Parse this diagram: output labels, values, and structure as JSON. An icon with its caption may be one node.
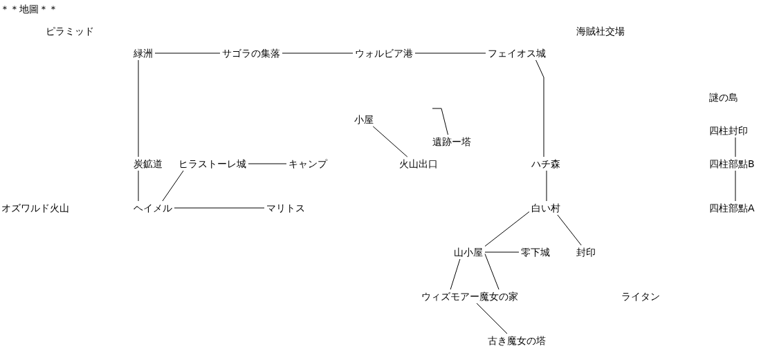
{
  "diagram": {
    "title": "＊＊地圖＊＊",
    "nodes": [
      {
        "text": [
          "ピラミッド"
        ]
      },
      {
        "text": [
          "海賊社交場"
        ]
      },
      {
        "text": [
          "緑洲"
        ]
      },
      {
        "text": [
          "サゴラの集落"
        ]
      },
      {
        "text": [
          "ウォルビア港"
        ]
      },
      {
        "text": [
          "フェイオス城"
        ]
      },
      {
        "text": [
          "謎の島"
        ]
      },
      {
        "text": [
          "小屋"
        ]
      },
      {
        "text": [
          "四柱封印"
        ]
      },
      {
        "text": [
          "遺跡ー塔"
        ]
      },
      {
        "text": [
          "炭鉱道"
        ]
      },
      {
        "text": [
          "ヒラストーレ城"
        ]
      },
      {
        "text": [
          "キャンプ"
        ]
      },
      {
        "text": [
          "火山出口"
        ]
      },
      {
        "text": [
          "ハチ森"
        ]
      },
      {
        "text": [
          "四柱部點B"
        ]
      },
      {
        "text": [
          "オズワルド火山"
        ]
      },
      {
        "text": [
          "ヘイメル"
        ]
      },
      {
        "text": [
          "マリトス"
        ]
      },
      {
        "text": [
          "白い村"
        ]
      },
      {
        "text": [
          "四柱部點A"
        ]
      },
      {
        "text": [
          "山小屋"
        ]
      },
      {
        "text": [
          "零下城"
        ]
      },
      {
        "text": [
          "封印"
        ]
      },
      {
        "text": [
          "ウィズモアー魔女の家"
        ]
      },
      {
        "text": [
          "ライタン"
        ]
      },
      {
        "text": [
          "古き魔女の塔"
        ]
      }
    ],
    "edges": [
      {
        "from": 2,
        "to": 3,
        "arrow": "none"
      },
      {
        "from": 3,
        "to": 4,
        "arrow": "none"
      },
      {
        "from": 4,
        "to": 5,
        "arrow": "none"
      },
      {
        "from": 2,
        "to": 10,
        "arrow": "none"
      },
      {
        "from": 5,
        "to": 14,
        "arrow": "none"
      },
      {
        "from": null,
        "to": 9,
        "arrow": "none"
      },
      {
        "from": 7,
        "to": 13,
        "arrow": "none"
      },
      {
        "from": 10,
        "to": 17,
        "arrow": "none"
      },
      {
        "from": 11,
        "to": 17,
        "arrow": "none"
      },
      {
        "from": 11,
        "to": 12,
        "arrow": "none"
      },
      {
        "from": 17,
        "to": 18,
        "arrow": "none"
      },
      {
        "from": 14,
        "to": 19,
        "arrow": "none"
      },
      {
        "from": 19,
        "to": 21,
        "arrow": "none"
      },
      {
        "from": 19,
        "to": 23,
        "arrow": "none"
      },
      {
        "from": 21,
        "to": 22,
        "arrow": "none"
      },
      {
        "from": 21,
        "to": 24,
        "arrow": "none"
      },
      {
        "from": 21,
        "to": 24,
        "arrow": "none"
      },
      {
        "from": 24,
        "to": 26,
        "arrow": "none"
      },
      {
        "from": 8,
        "to": 15,
        "arrow": "none"
      },
      {
        "from": 15,
        "to": 20,
        "arrow": "none"
      }
    ]
  }
}
